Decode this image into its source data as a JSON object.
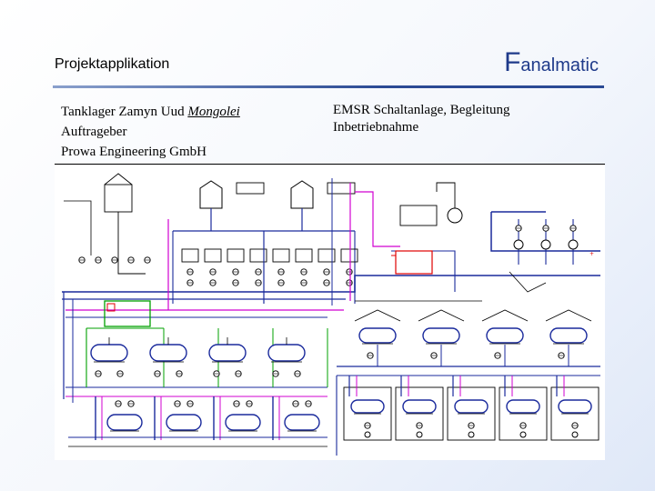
{
  "header": {
    "title": "Projektapplikation",
    "brand_initial": "F",
    "brand_rest": "analmatic",
    "brand_color": "#1e3a8a"
  },
  "project": {
    "name_prefix": "Tanklager Zamyn Uud ",
    "name_location": "Mongolei",
    "client_label": "Auftrageber",
    "client": "Prowa Engineering GmbH",
    "scope_line1": "EMSR Schaltanlage, Begleitung",
    "scope_line2": "Inbetriebnahme"
  },
  "diagram": {
    "kind": "piping-and-instrumentation-diagram",
    "line_colors": {
      "process": "#1a2a9c",
      "utility": "#d100d1",
      "auxiliary": "#00a000",
      "hot": "#e00000",
      "drawing": "#000000"
    }
  }
}
